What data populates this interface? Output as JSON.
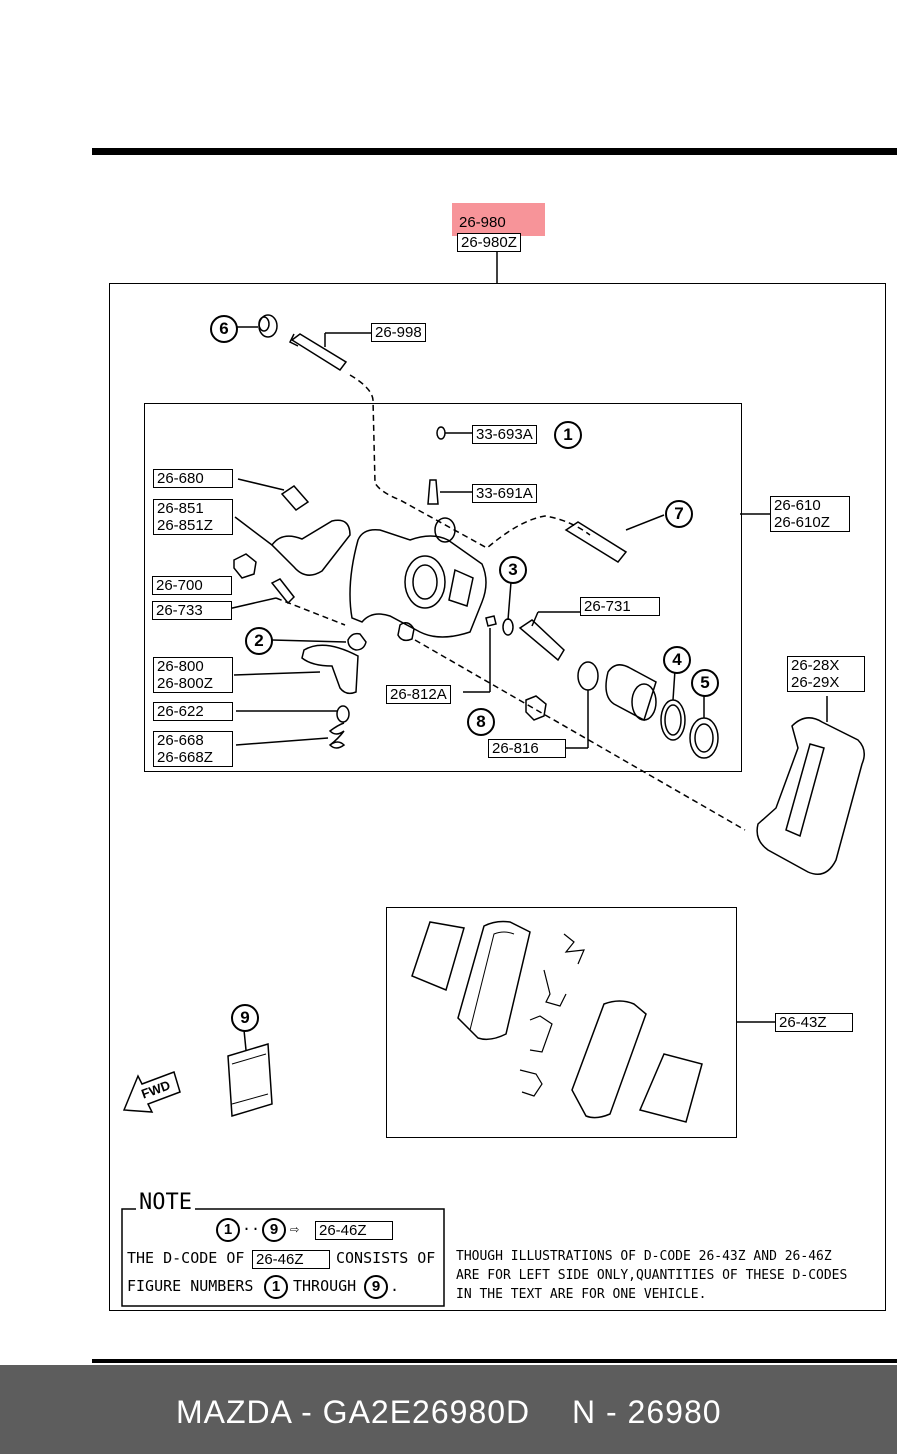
{
  "header": {
    "part_main": "26-980",
    "part_alt": "26-980Z"
  },
  "labels": {
    "l26998": "26-998",
    "l33693a": "33-693A",
    "l33691a": "33-691A",
    "l26680": "26-680",
    "l26851": "26-851\n26-851Z",
    "l26700": "26-700",
    "l26733": "26-733",
    "l26800": "26-800\n26-800Z",
    "l26622": "26-622",
    "l26668": "26-668\n26-668Z",
    "l26610": "26-610\n26-610Z",
    "l26731": "26-731",
    "l26812a": "26-812A",
    "l26816": "26-816",
    "l2628x": "26-28X\n26-29X",
    "l2643z": "26-43Z"
  },
  "callouts": {
    "c1": "1",
    "c2": "2",
    "c3": "3",
    "c4": "4",
    "c5": "5",
    "c6": "6",
    "c7": "7",
    "c8": "8",
    "c9": "9"
  },
  "fwd": "FWD",
  "note": {
    "title": "NOTE",
    "range_start": "1",
    "range_sep": "··",
    "range_end": "9",
    "arrow": "⇨",
    "code": "26-46Z",
    "line1_a": "THE D-CODE OF",
    "line1_code": "26-46Z",
    "line1_b": "CONSISTS OF",
    "line2_a": "FIGURE NUMBERS",
    "line2_n1": "1",
    "line2_b": "THROUGH",
    "line2_n2": "9",
    "line2_c": ".",
    "side_text_1": "THOUGH ILLUSTRATIONS OF D-CODE 26-43Z AND 26-46Z",
    "side_text_2": "ARE FOR LEFT SIDE ONLY,QUANTITIES OF THESE D-CODES",
    "side_text_3": "IN THE TEXT ARE FOR ONE VEHICLE."
  },
  "footer": {
    "brand_code": "MAZDA - GA2E26980D",
    "part_ref": "N - 26980"
  }
}
